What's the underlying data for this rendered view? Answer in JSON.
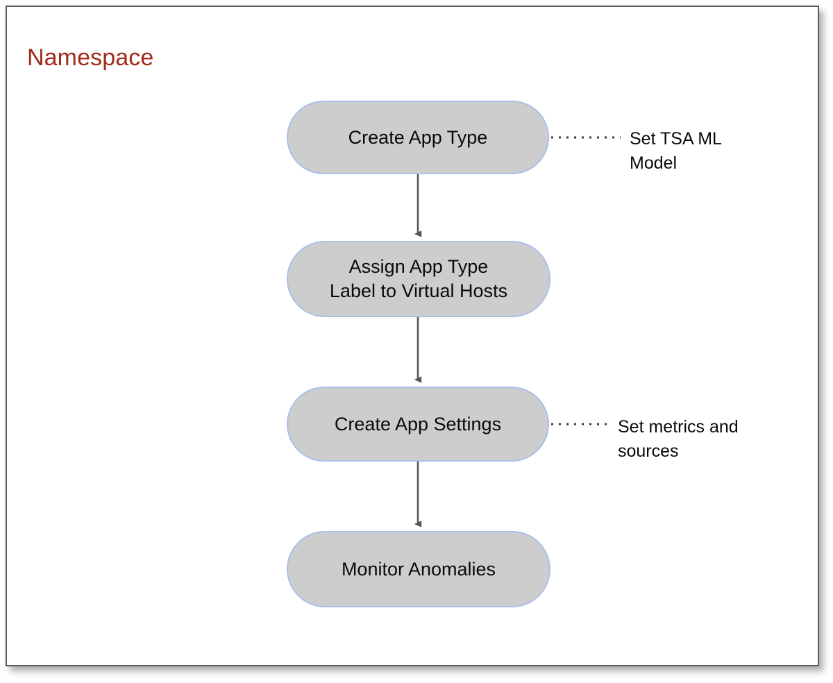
{
  "diagram": {
    "title": "Namespace",
    "title_color": "#a02b19",
    "node_fill_color": "#cdcdcd",
    "node_border_color": "#a9c0e8",
    "connector_color": "#555555",
    "frame_border_color": "#555a5e",
    "background_color": "#ffffff",
    "nodes": [
      {
        "id": "create-app-type",
        "label": "Create App Type"
      },
      {
        "id": "assign-app-type",
        "label": "Assign App Type\nLabel to Virtual Hosts"
      },
      {
        "id": "create-app-settings",
        "label": "Create App Settings"
      },
      {
        "id": "monitor-anomalies",
        "label": "Monitor Anomalies"
      }
    ],
    "annotations": [
      {
        "id": "tsa-ml-model",
        "label": "Set TSA ML\nModel",
        "attached_to": "create-app-type"
      },
      {
        "id": "metrics-sources",
        "label": "Set metrics and\nsources",
        "attached_to": "create-app-settings"
      }
    ],
    "flow_edges": [
      {
        "from": "create-app-type",
        "to": "assign-app-type",
        "style": "solid-arrow"
      },
      {
        "from": "assign-app-type",
        "to": "create-app-settings",
        "style": "solid-arrow"
      },
      {
        "from": "create-app-settings",
        "to": "monitor-anomalies",
        "style": "solid-arrow"
      }
    ],
    "annotation_edges": [
      {
        "from": "create-app-type",
        "to": "tsa-ml-model",
        "style": "dotted"
      },
      {
        "from": "create-app-settings",
        "to": "metrics-sources",
        "style": "dotted"
      }
    ]
  }
}
